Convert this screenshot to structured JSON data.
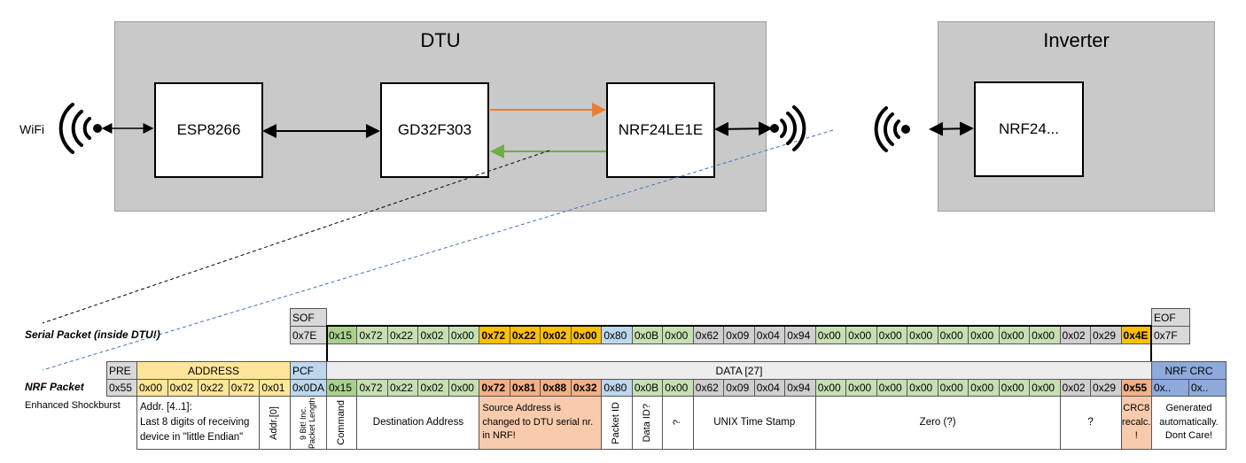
{
  "top": {
    "dtu_title": "DTU",
    "inverter_title": "Inverter",
    "wifi_label": "WiFi",
    "chips": {
      "esp": "ESP8266",
      "gd": "GD32F303",
      "nrf_dtu": "NRF24LE1E",
      "nrf_inv": "NRF24..."
    },
    "colors": {
      "tx_arrow": "#ed7d31",
      "rx_arrow": "#70ad47",
      "serial_link": "#000000",
      "nrf_link": "#4472c4"
    }
  },
  "labels": {
    "serial": "Serial Packet (inside DTU!)",
    "nrf": "NRF Packet",
    "nrf_sub": "Enhanced Shockburst"
  },
  "palette": {
    "cmd": "#a9d08e",
    "g": "#c6e0b4",
    "gold": "#ffc000",
    "b": "#bdd7ee",
    "gr": "#d0cece",
    "or": "#f4b084",
    "y": "#ffe699",
    "hdr": "#d9d9d9",
    "crc": "#8eaadb",
    "data_hdr": "#ededed",
    "or_light": "#f8cbad"
  },
  "serial": {
    "sof_label": "SOF",
    "sof": "0x7E",
    "eof_label": "EOF",
    "eof": "0x7F",
    "bytes": [
      [
        "0x15",
        "cmd"
      ],
      [
        "0x72",
        "g"
      ],
      [
        "0x22",
        "g"
      ],
      [
        "0x02",
        "g"
      ],
      [
        "0x00",
        "g"
      ],
      [
        "0x72",
        "gold"
      ],
      [
        "0x22",
        "gold"
      ],
      [
        "0x02",
        "gold"
      ],
      [
        "0x00",
        "gold"
      ],
      [
        "0x80",
        "b"
      ],
      [
        "0x0B",
        "g"
      ],
      [
        "0x00",
        "g"
      ],
      [
        "0x62",
        "gr"
      ],
      [
        "0x09",
        "gr"
      ],
      [
        "0x04",
        "gr"
      ],
      [
        "0x94",
        "gr"
      ],
      [
        "0x00",
        "g"
      ],
      [
        "0x00",
        "g"
      ],
      [
        "0x00",
        "g"
      ],
      [
        "0x00",
        "g"
      ],
      [
        "0x00",
        "g"
      ],
      [
        "0x00",
        "g"
      ],
      [
        "0x00",
        "g"
      ],
      [
        "0x00",
        "g"
      ],
      [
        "0x02",
        "gr"
      ],
      [
        "0x29",
        "gr"
      ],
      [
        "0x4E",
        "gold"
      ]
    ]
  },
  "nrf": {
    "pre_label": "PRE",
    "pre": "0x55",
    "address_label": "ADDRESS",
    "address": [
      "0x00",
      "0x02",
      "0x22",
      "0x72",
      "0x01"
    ],
    "pcf_label": "PCF",
    "pcf": "0x0DA",
    "data_label": "DATA [27]",
    "crc_label": "NRF CRC",
    "crc": [
      "0x..",
      "0x.."
    ],
    "bytes": [
      [
        "0x15",
        "cmd"
      ],
      [
        "0x72",
        "g"
      ],
      [
        "0x22",
        "g"
      ],
      [
        "0x02",
        "g"
      ],
      [
        "0x00",
        "g"
      ],
      [
        "0x72",
        "or"
      ],
      [
        "0x81",
        "or"
      ],
      [
        "0x88",
        "or"
      ],
      [
        "0x32",
        "or"
      ],
      [
        "0x80",
        "b"
      ],
      [
        "0x0B",
        "g"
      ],
      [
        "0x00",
        "g"
      ],
      [
        "0x62",
        "gr"
      ],
      [
        "0x09",
        "gr"
      ],
      [
        "0x04",
        "gr"
      ],
      [
        "0x94",
        "gr"
      ],
      [
        "0x00",
        "g"
      ],
      [
        "0x00",
        "g"
      ],
      [
        "0x00",
        "g"
      ],
      [
        "0x00",
        "g"
      ],
      [
        "0x00",
        "g"
      ],
      [
        "0x00",
        "g"
      ],
      [
        "0x00",
        "g"
      ],
      [
        "0x00",
        "g"
      ],
      [
        "0x02",
        "gr"
      ],
      [
        "0x29",
        "gr"
      ],
      [
        "0x55",
        "or"
      ]
    ],
    "desc": {
      "addr41_l1": "Addr. [4..1]:",
      "addr41_l2": "Last 8 digits of receiving",
      "addr41_l3": "device in \"little Endian\"",
      "addr0": "Addr.[0]",
      "pcf": "9 Bit! Inc. Packet Length",
      "command": "Command",
      "destination": "Destination Address",
      "source": "Source Address is changed to DTU serial nr. in NRF!",
      "packet_id": "Packet ID",
      "data_id": "Data ID?",
      "unknown1": "?",
      "timestamp": "UNIX Time Stamp",
      "zero": "Zero (?)",
      "unknown2": "?",
      "crc8": "CRC8 recalc. !",
      "nrf_crc": "Generated automatically. Dont Care!"
    }
  }
}
